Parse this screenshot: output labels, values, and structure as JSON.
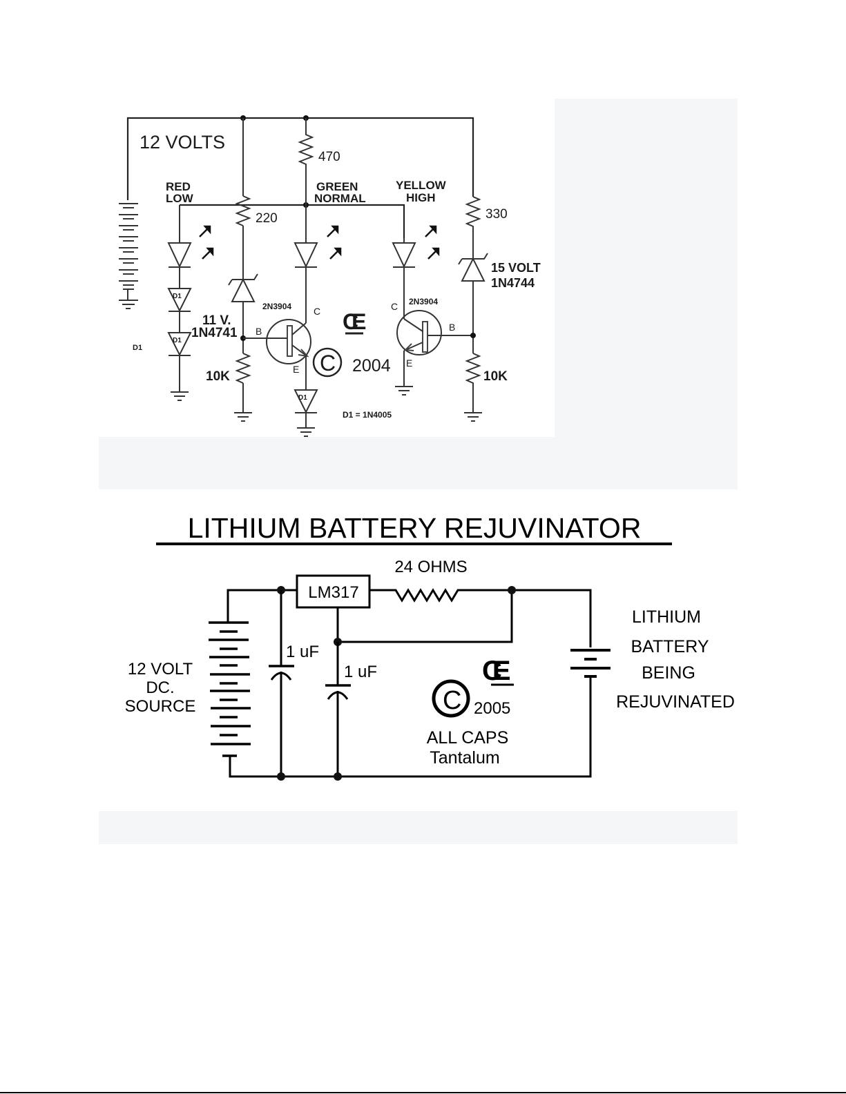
{
  "circuit1": {
    "supply_label": "12 VOLTS",
    "leds": [
      {
        "color": "RED",
        "state": "LOW"
      },
      {
        "color": "GREEN",
        "state": "NORMAL"
      },
      {
        "color": "YELLOW",
        "state": "HIGH"
      }
    ],
    "resistors": {
      "r470": "470",
      "r220": "220",
      "r330": "330",
      "r10k_left": "10K",
      "r10k_right": "10K"
    },
    "zener_left": {
      "voltage": "11 V.",
      "part": "1N4741"
    },
    "zener_right": {
      "voltage": "15 VOLT",
      "part": "1N4744"
    },
    "transistor_left": "2N3904",
    "transistor_right": "2N3904",
    "pins": {
      "b": "B",
      "c": "C",
      "e": "E"
    },
    "diode_label": "D1",
    "d1_note_label": "D1",
    "d1_legend": "D1 = 1N4005",
    "logo": "CE",
    "copyright_symbol": "C",
    "copyright_year": "2004"
  },
  "circuit2": {
    "title": "LITHIUM BATTERY REJUVINATOR",
    "regulator": "LM317",
    "resistor": "24 OHMS",
    "cap1": "1 uF",
    "cap2": "1 uF",
    "source_label": [
      "12 VOLT",
      "DC.",
      "SOURCE"
    ],
    "battery_label": [
      "LITHIUM",
      "BATTERY",
      "BEING",
      "REJUVINATED"
    ],
    "logo": "CE",
    "copyright_symbol": "C",
    "copyright_year": "2005",
    "caps_note": [
      "ALL CAPS",
      "Tantalum"
    ]
  }
}
